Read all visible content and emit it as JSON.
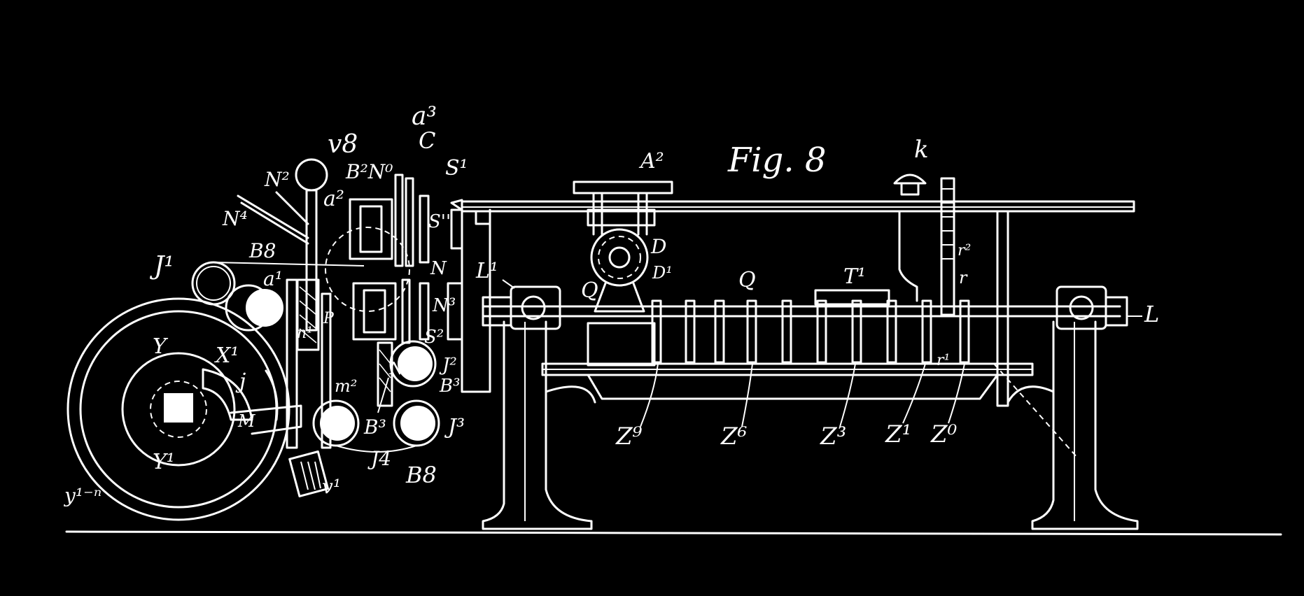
{
  "figure": {
    "title": "Fig. 8",
    "colors": {
      "background": "#000000",
      "ink": "#ffffff"
    }
  },
  "labels": {
    "A2": "A²",
    "k": "k",
    "v8": "v8",
    "a3": "a³",
    "C": "C",
    "S1": "S¹",
    "B2N0": "B²N⁰",
    "a2": "a²",
    "N2": "N²",
    "N4": "N⁴",
    "J1": "J¹",
    "B8_top": "B8",
    "a1": "a¹",
    "S11": "S''",
    "N": "N",
    "D": "D",
    "D1": "D¹",
    "L1": "L¹",
    "Q_left": "Q",
    "Q_mid": "Q",
    "T1": "T¹",
    "r2": "r²",
    "r": "r",
    "L": "L",
    "N3": "N³",
    "S2": "S²",
    "X1": "X¹",
    "Y": "Y",
    "j": "j",
    "n1": "n¹",
    "P": "P",
    "m2": "m²",
    "N1": "N¹",
    "J2": "J²",
    "B3_right": "B³",
    "J3": "J³",
    "B3_mid": "B³",
    "J4": "J4",
    "B8_bottom": "B8",
    "M": "M",
    "Y1": "Y¹",
    "Y1n": "y¹⁻ⁿ",
    "v1": "v¹",
    "Z9": "Z⁹",
    "Z6": "Z⁶",
    "Z3": "Z³",
    "Z1": "Z¹",
    "Z0": "Z⁰",
    "r1": "r¹"
  }
}
